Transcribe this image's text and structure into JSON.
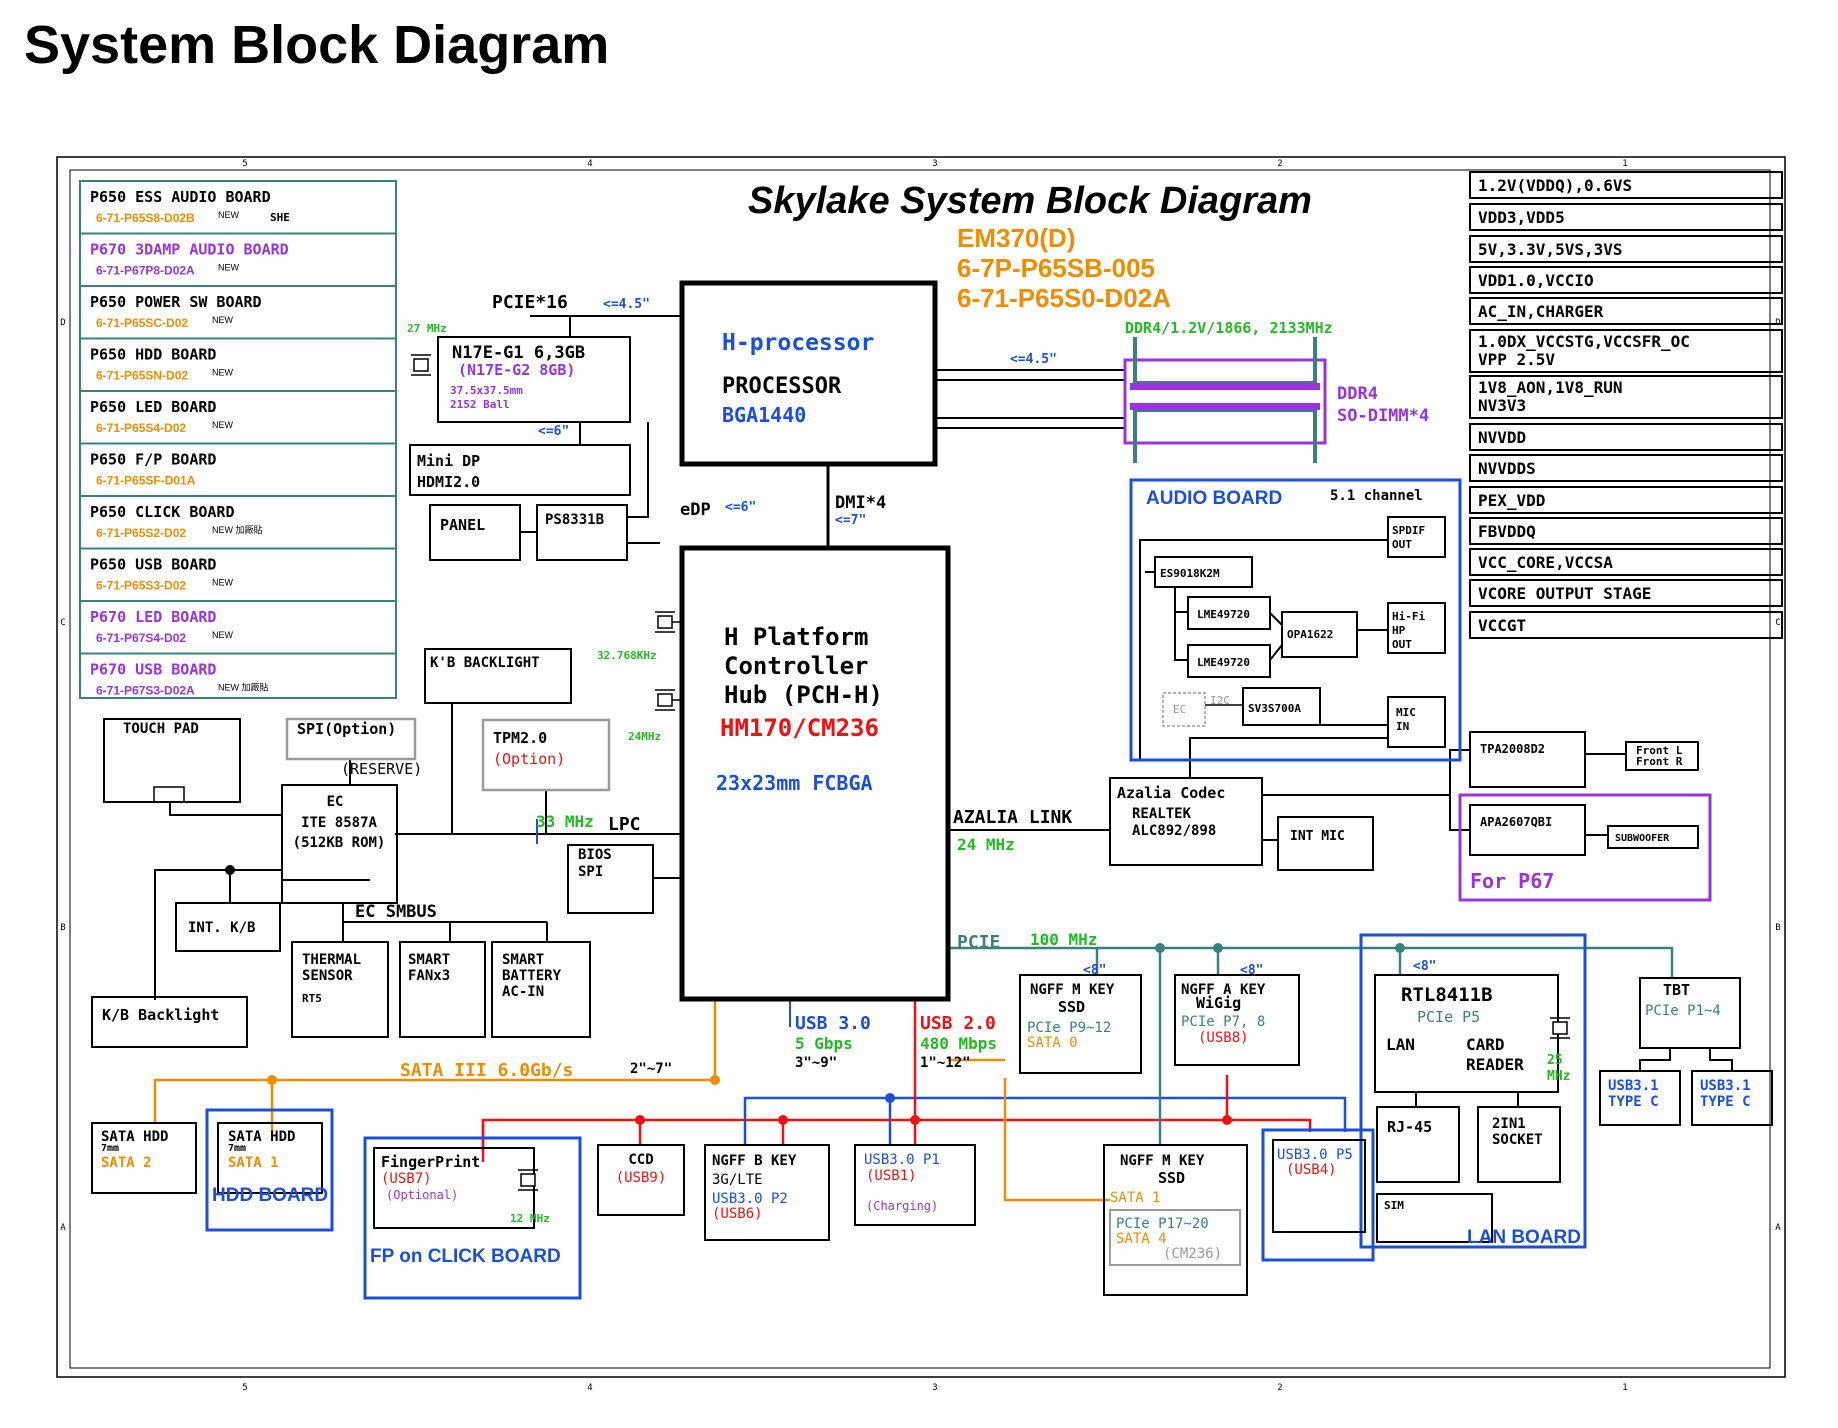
{
  "page_title": "System Block Diagram",
  "colors": {
    "orange": "#f08c00",
    "purple": "#9933dd",
    "blue": "#1a4fd6",
    "green": "#22bb22",
    "red": "#ee1111",
    "teal": "#3a8080",
    "gray": "#9a9a9a"
  },
  "frame": {
    "top_marks": [
      "5",
      "4",
      "3",
      "2",
      "1"
    ],
    "side_marks": [
      "D",
      "C",
      "B",
      "A"
    ]
  },
  "header": {
    "title": "Skylake System Block Diagram",
    "model_lines": [
      "EM370(D)",
      "6-7P-P65SB-005",
      "6-71-P65S0-D02A"
    ]
  },
  "boards": [
    {
      "name": "P650 ESS AUDIO BOARD",
      "part": "6-71-P65S8-D02B",
      "note": "NEW",
      "extra": "SHE",
      "style": "black"
    },
    {
      "name": "P670 3DAMP AUDIO BOARD",
      "part": "6-71-P67P8-D02A",
      "note": "NEW",
      "style": "purple"
    },
    {
      "name": "P650 POWER SW BOARD",
      "part": "6-71-P65SC-D02",
      "note": "NEW",
      "style": "black"
    },
    {
      "name": "P650 HDD BOARD",
      "part": "6-71-P65SN-D02",
      "note": "NEW",
      "style": "black"
    },
    {
      "name": "P650 LED BOARD",
      "part": "6-71-P65S4-D02",
      "note": "NEW",
      "style": "black"
    },
    {
      "name": "P650 F/P BOARD",
      "part": "6-71-P65SF-D01A",
      "note": "",
      "style": "black"
    },
    {
      "name": "P650 CLICK BOARD",
      "part": "6-71-P65S2-D02",
      "note": "NEW 加厰貼",
      "style": "black"
    },
    {
      "name": "P650 USB BOARD",
      "part": "6-71-P65S3-D02",
      "note": "NEW",
      "style": "black"
    },
    {
      "name": "P670 LED BOARD",
      "part": "6-71-P67S4-D02",
      "note": "NEW",
      "style": "purple"
    },
    {
      "name": "P670 USB BOARD",
      "part": "6-71-P67S3-D02A",
      "note": "NEW 加厰貼",
      "style": "purple"
    }
  ],
  "power_rails": [
    "1.2V(VDDQ),0.6VS",
    "VDD3,VDD5",
    "5V,3.3V,5VS,3VS",
    "VDD1.0,VCCIO",
    "AC_IN,CHARGER",
    "1.0DX_VCCSTG,VCCSFR_OC|VPP 2.5V",
    "1V8_AON,1V8_RUN|NV3V3",
    "NVVDD",
    "NVVDDS",
    "PEX_VDD",
    "FBVDDQ",
    "VCC_CORE,VCCSA",
    "VCORE OUTPUT STAGE",
    "VCCGT"
  ],
  "cpu": {
    "name": "H-processor",
    "line2": "PROCESSOR",
    "line3": "BGA1440"
  },
  "memory": {
    "spec": "DDR4/1.2V/1866, 2133MHz",
    "bus": "<=4.5\"",
    "label1": "DDR4",
    "label2": "SO-DIMM*4"
  },
  "gpu": {
    "bus": "PCIE*16",
    "bus_len": "<=4.5\"",
    "clock": "27 MHz",
    "name": "N17E-G1 6,3GB",
    "alt": "(N17E-G2 8GB)",
    "pkg": "37.5x37.5mm",
    "balls": "2152 Ball",
    "len2": "<=6\""
  },
  "minidp": {
    "line1": "Mini DP",
    "line2": "HDMI2.0"
  },
  "panel": "PANEL",
  "ps8331": "PS8331B",
  "edp": {
    "label": "eDP",
    "len": "<=6\""
  },
  "dmi": {
    "label": "DMI*4",
    "len": "<=7\""
  },
  "pch": {
    "l1": "H Platform",
    "l2": "Controller",
    "l3": "Hub (PCH-H)",
    "chipset": "HM170/CM236",
    "pkg": "23x23mm FCBGA",
    "clk1": "32.768KHz",
    "clk2": "24MHz"
  },
  "kb_backlight_top": "K'B BACKLIGHT",
  "touchpad": "TOUCH PAD",
  "spi": {
    "label": "SPI(Option)",
    "reserve": "(RESERVE)"
  },
  "tpm": {
    "name": "TPM2.0",
    "option": "(Option)"
  },
  "lpc": {
    "clock": "33 MHz",
    "label": "LPC"
  },
  "bios": {
    "l1": "BIOS",
    "l2": "SPI"
  },
  "ec": {
    "l1": "EC",
    "l2": "ITE 8587A",
    "l3": "(512KB ROM)",
    "smbus": "EC SMBUS"
  },
  "int_kb": "INT. K/B",
  "kb_backlight": "K/B Backlight",
  "thermal": {
    "l1": "THERMAL",
    "l2": "SENSOR",
    "l3": "RT5"
  },
  "smartfan": {
    "l1": "SMART",
    "l2": "FANx3"
  },
  "battery": {
    "l1": "SMART",
    "l2": "BATTERY",
    "l3": "AC-IN"
  },
  "sata_bus": {
    "label": "SATA III 6.0Gb/s",
    "len": "2\"~7\""
  },
  "usb3_bus": {
    "l1": "USB 3.0",
    "l2": "5 Gbps",
    "l3": "3\"~9\""
  },
  "usb2_bus": {
    "l1": "USB 2.0",
    "l2": "480 Mbps",
    "l3": "1\"~12\""
  },
  "azalia": {
    "label": "AZALIA LINK",
    "clock": "24 MHz"
  },
  "pcie_bus": {
    "label": "PCIE",
    "clock": "100 MHz"
  },
  "audio": {
    "title": "AUDIO BOARD",
    "channel": "5.1 channel",
    "es": "ES9018K2M",
    "lme": "LME49720",
    "opa": "OPA1622",
    "spdif": "SPDIF|OUT",
    "hifi": "Hi-Fi|HP|OUT",
    "ec": "EC",
    "i2c": "I2C",
    "sv": "SV3S700A",
    "mic": "MIC|IN"
  },
  "codec": {
    "l1": "Azalia Codec",
    "l2": "REALTEK",
    "l3": "ALC892/898"
  },
  "int_mic": "INT MIC",
  "tpa": "TPA2008D2",
  "front": {
    "l1": "Front L",
    "l2": "Front R"
  },
  "apa": "APA2607QBI",
  "subwoofer": "SUBWOOFER",
  "for_p67": "For P67",
  "ngff_m1": {
    "len": "<8\"",
    "l1": "NGFF M KEY",
    "l2": "SSD",
    "l3": "PCIe P9~12",
    "l4": "SATA 0"
  },
  "ngff_a": {
    "len": "<8\"",
    "l1": "NGFF A KEY",
    "l2": "WiGig",
    "l3": "PCIe P7, 8",
    "l4": "(USB8)"
  },
  "rtl": {
    "len": "<8\"",
    "name": "RTL8411B",
    "pcie": "PCIe P5",
    "lan": "LAN",
    "card": "CARD",
    "reader": "READER",
    "clock": "25|MHz",
    "rj": "RJ-45",
    "socket": "2IN1|SOCKET",
    "sim": "SIM",
    "title": "LAN BOARD"
  },
  "tbt": {
    "name": "TBT",
    "pcie": "PCIe P1~4",
    "usbc1": "USB3.1|TYPE C",
    "usbc2": "USB3.1|TYPE C"
  },
  "sata_hdd2": {
    "l1": "SATA HDD",
    "l2": "7mm",
    "l3": "SATA 2"
  },
  "sata_hdd1": {
    "l1": "SATA HDD",
    "l2": "7mm",
    "l3": "SATA 1",
    "board": "HDD BOARD"
  },
  "fp": {
    "l1": "FingerPrint",
    "l2": "(USB7)",
    "l3": "(Optional)",
    "clock": "12 MHz",
    "board": "FP on CLICK BOARD"
  },
  "ccd": {
    "l1": "CCD",
    "l2": "(USB9)"
  },
  "ngff_b": {
    "l1": "NGFF B KEY",
    "l2": "3G/LTE",
    "l3": "USB3.0 P2",
    "l4": "(USB6)"
  },
  "usb30p1": {
    "l1": "USB3.0 P1",
    "l2": "(USB1)",
    "l3": "(Charging)"
  },
  "ngff_m2": {
    "l1": "NGFF M KEY",
    "l2": "SSD",
    "l3": "SATA 1",
    "l4": "PCIe P17~20",
    "l5": "SATA 4",
    "l6": "(CM236)"
  },
  "usb30p5": {
    "l1": "USB3.0 P5",
    "l2": "(USB4)"
  }
}
